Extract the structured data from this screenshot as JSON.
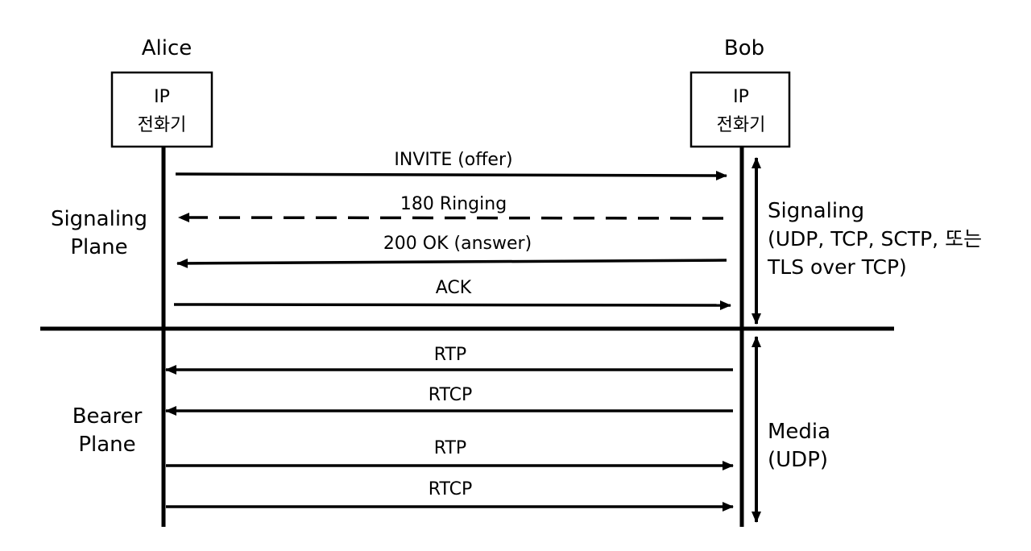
{
  "participants": {
    "alice": {
      "name": "Alice",
      "device_line1": "IP",
      "device_line2": "전화기"
    },
    "bob": {
      "name": "Bob",
      "device_line1": "IP",
      "device_line2": "전화기"
    }
  },
  "planes": {
    "signaling": {
      "line1": "Signaling",
      "line2": "Plane"
    },
    "bearer": {
      "line1": "Bearer",
      "line2": "Plane"
    }
  },
  "messages": {
    "invite": "INVITE (offer)",
    "ringing": "180 Ringing",
    "ok": "200 OK (answer)",
    "ack": "ACK",
    "rtp_1": "RTP",
    "rtcp_1": "RTCP",
    "rtp_2": "RTP",
    "rtcp_2": "RTCP"
  },
  "annotations": {
    "signaling": {
      "line1": "Signaling",
      "line2": "(UDP, TCP, SCTP, 또는",
      "line3": "TLS over TCP)"
    },
    "media": {
      "line1": "Media",
      "line2": "(UDP)"
    }
  }
}
